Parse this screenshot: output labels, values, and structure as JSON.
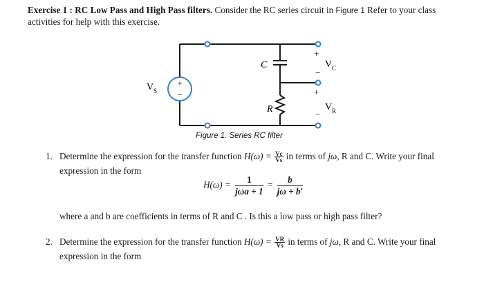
{
  "intro": {
    "heading": "Exercise 1 : RC Low Pass and High Pass filters.",
    "text_1": "Consider the RC series circuit in",
    "fig_ref": "Figure 1",
    "text_2": "Refer to your class activities for help with this exercise."
  },
  "circuit": {
    "source_label": "V",
    "source_subscript": "S",
    "source_plus": "+",
    "source_minus": "−",
    "cap_label": "C",
    "res_label": "R",
    "vc_label": "V",
    "vc_subscript": "C",
    "vr_label": "V",
    "vr_subscript": "R",
    "plus_sign": "+",
    "minus_sign": "−"
  },
  "caption": "Figure 1. Series RC filter",
  "q1": {
    "number": "1.",
    "text_a": "Determine the expression for the transfer function",
    "Hw": "H(ω) =",
    "frac_top": "Vc",
    "frac_bot": "Vs",
    "text_b": "in terms of",
    "jw": "jω",
    "text_c": ", R and C. Write your final",
    "line2": "expression in the form",
    "formula_lhs": "H(ω) =",
    "f1_top": "1",
    "f1_bot": "jωa + 1",
    "eq": "=",
    "f2_top": "b",
    "f2_bot": "jω + b′",
    "line3": "where a and b are coefficients in terms of  R and C .  Is this a low pass or high pass filter?"
  },
  "q2": {
    "number": "2.",
    "text_a": "Determine the expression for the transfer function",
    "Hw": "H(ω) =",
    "frac_top": "VR",
    "frac_bot": "Vs",
    "text_b": "in terms of",
    "jw": "jω",
    "text_c": ", R and C.  Write your final",
    "line2": "expression in the form"
  }
}
